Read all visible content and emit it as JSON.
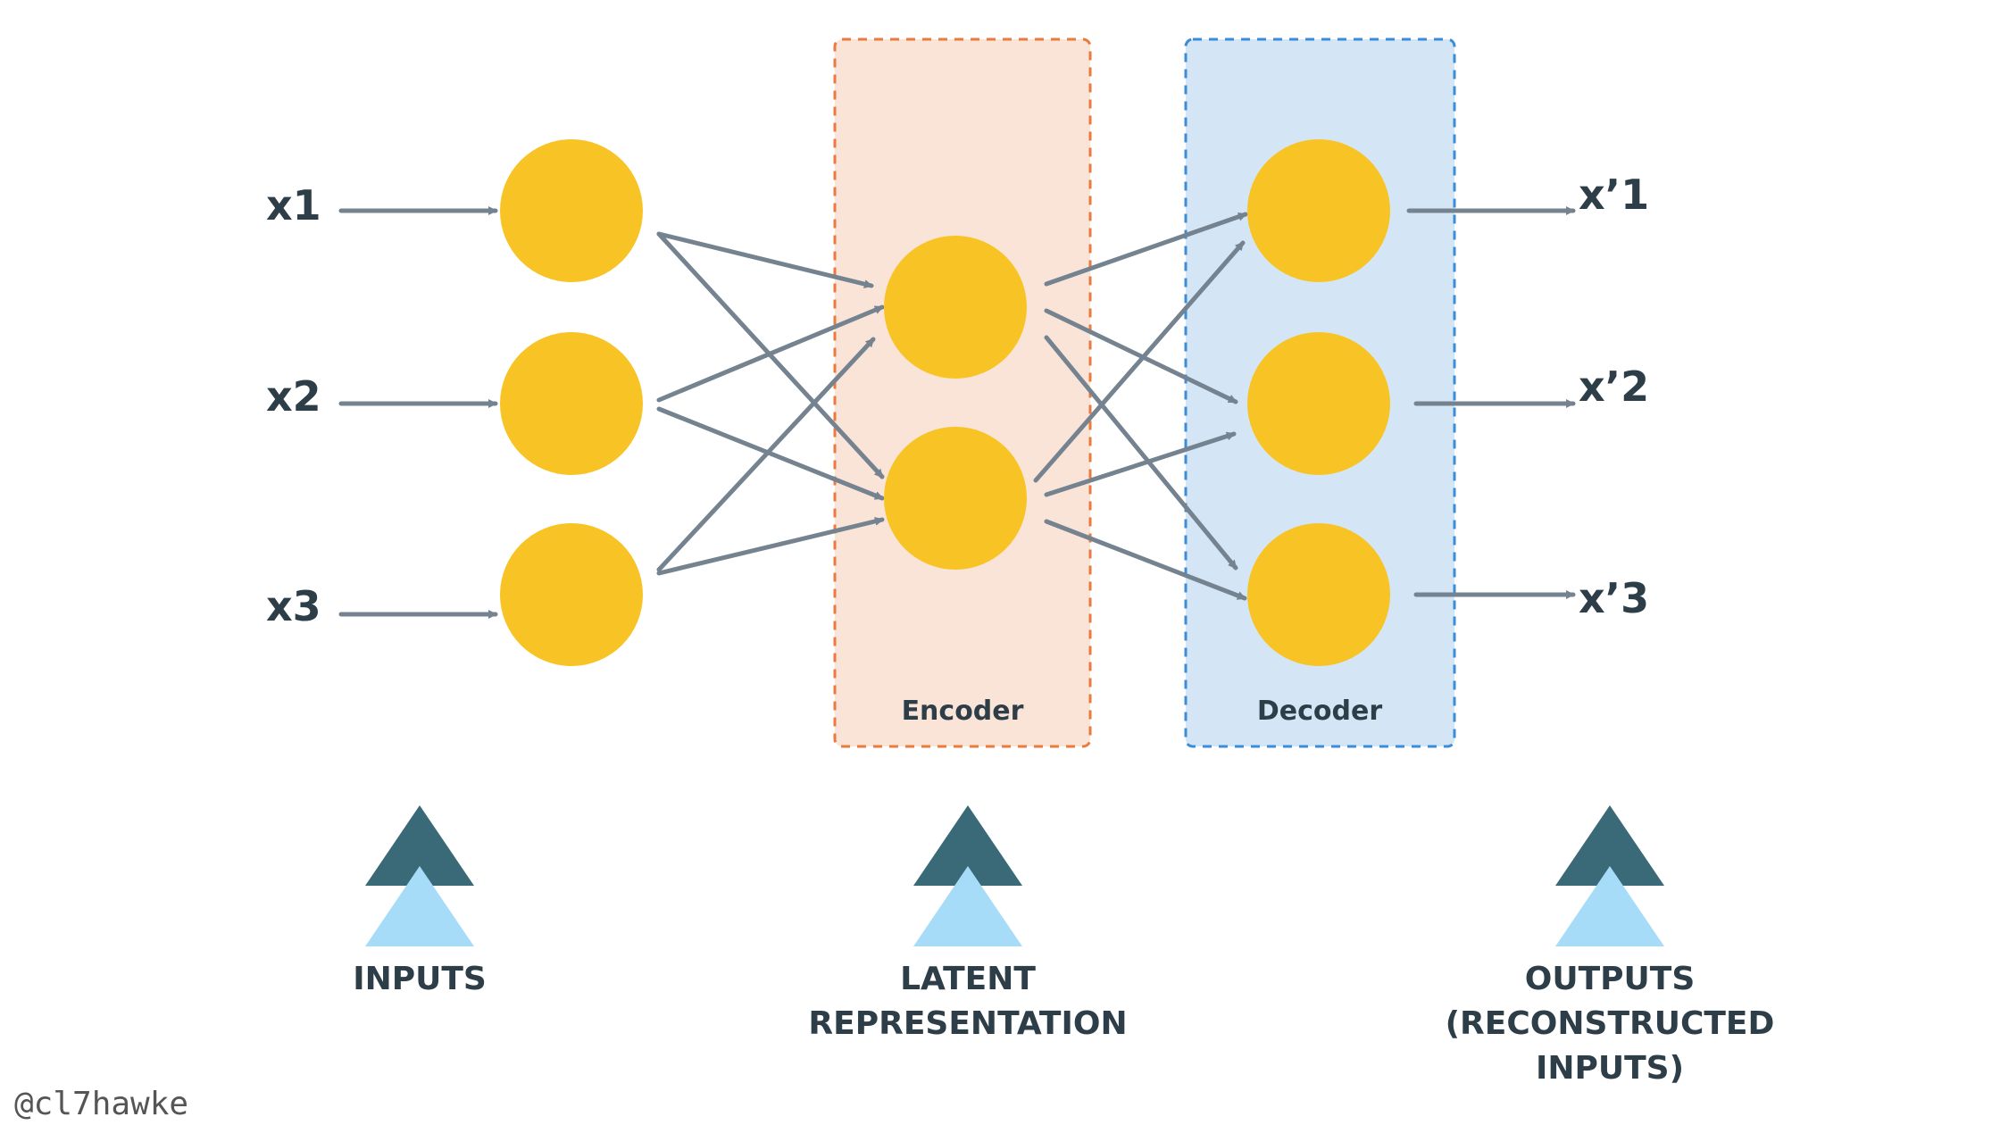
{
  "colors": {
    "node": "#f7c325",
    "edge": "#74838f",
    "encoder_fill": "#fae4d8",
    "encoder_border": "#ea7a3e",
    "decoder_fill": "#d4e6f5",
    "decoder_border": "#3c8dd8",
    "triangle_dark": "#3a6a78",
    "triangle_light": "#a6dcf8",
    "text": "#2d3e48"
  },
  "inputs": [
    "x1",
    "x2",
    "x3"
  ],
  "outputs": [
    "x’1",
    "x’2",
    "x’3"
  ],
  "encoder": {
    "label": "Encoder"
  },
  "decoder": {
    "label": "Decoder"
  },
  "captions": {
    "inputs": [
      "INPUTS"
    ],
    "latent": [
      "LATENT",
      "REPRESENTATION"
    ],
    "outputs": [
      "OUTPUTS",
      "(RECONSTRUCTED",
      "INPUTS)"
    ]
  },
  "watermark": "@cl7hawke"
}
